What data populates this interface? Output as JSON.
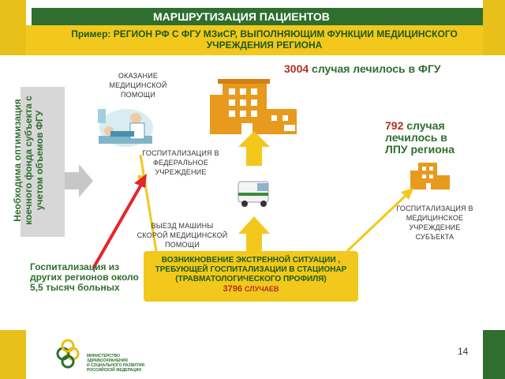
{
  "header": {
    "title": "МАРШРУТИЗАЦИЯ ПАЦИЕНТОВ",
    "subtitle_line1": "Пример: РЕГИОН РФ С ФГУ МЗиСР, ВЫПОЛНЯЮЩИМ ФУНКЦИИ МЕДИЦИНСКОГО",
    "subtitle_line2": "УЧРЕЖДЕНИЯ РЕГИОНА"
  },
  "diagram": {
    "vertical_note": "Необходима оптимизация коечного фонда субъекта с учетом объемов ФГУ",
    "care_caption": "ОКАЗАНИЕ МЕДИЦИНСКОЙ ПОМОЩИ",
    "fed_hosp_caption": "ГОСПИТАЛИЗАЦИЯ В ФЕДЕРАЛЬНОЕ УЧРЕЖДЕНИЕ",
    "ambulance_caption": "ВЫЕЗД МАШИНЫ СКОРОЙ МЕДИЦИНСКОЙ ПОМОЩИ",
    "subject_hosp_caption": "ГОСПИТАЛИЗАЦИЯ В МЕДИЦИНСКОЕ УЧРЕЖДЕНИЕ СУБЪЕКТА",
    "stat_fgu_num": "3004",
    "stat_fgu_text": "случая лечилось в ФГУ",
    "stat_lpu_num": "792",
    "stat_lpu_text": "случая лечилось в ЛПУ региона",
    "emergency_line1": "ВОЗНИКНОВЕНИЕ ЭКСТРЕННОЙ СИТУАЦИИ ,",
    "emergency_line2": "ТРЕБУЮЩЕЙ ГОСПИТАЛИЗАЦИИ В СТАЦИОНАР",
    "emergency_line3": "(ТРАВМАТОЛОГИЧЕСКОГО ПРОФИЛЯ)",
    "emergency_num": "3796",
    "emergency_unit": "СЛУЧАЕВ",
    "other_regions_note": "Госпитализация из других регионов около 5,5 тысяч больных"
  },
  "footer": {
    "page_number": "14",
    "logo_line1": "МИНИСТЕРСТВО",
    "logo_line2": "ЗДРАВООХРАНЕНИЯ",
    "logo_line3": "И СОЦИАЛЬНОГО РАЗВИТИЯ",
    "logo_line4": "РОССИЙСКОЙ ФЕДЕРАЦИИ"
  },
  "colors": {
    "brand_green": "#2f6e2f",
    "brand_yellow": "#f2c81c",
    "accent_red": "#e3262a",
    "building_orange": "#e79a1e"
  }
}
